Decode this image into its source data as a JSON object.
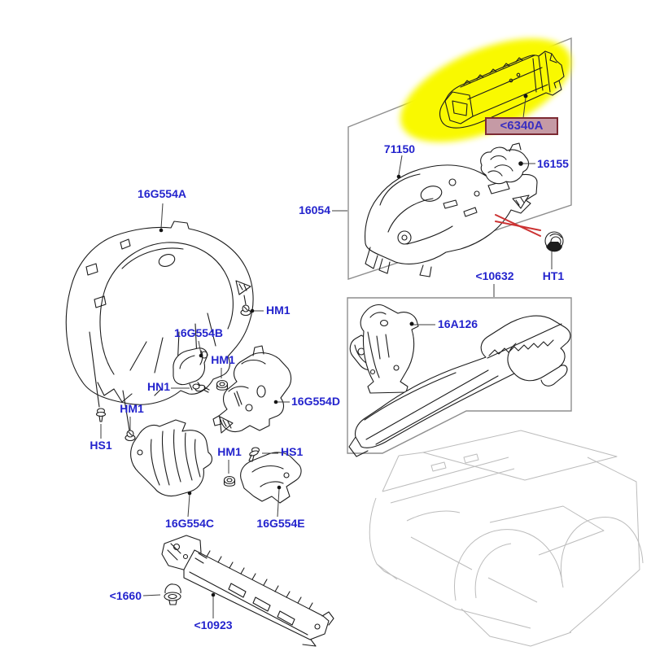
{
  "diagram": {
    "type": "vehicle-body-parts-exploded-diagram",
    "colors": {
      "background": "#ffffff",
      "label_blue": "#2323cd",
      "highlight_yellow": "#f9f900",
      "selected_label_bg": "#c59aa5",
      "selected_label_border": "#7c2a33",
      "line_art": "#1c1c1c",
      "group_box_gray": "#8e8e8e",
      "ghost_gray": "#bcbcbc",
      "marker_red": "#cc3333"
    },
    "parts": {
      "apron_panel": "<6340A",
      "assembly_upper": "16054",
      "wheelhouse": "71150",
      "bracket_small": "16155",
      "plug": "HT1",
      "rail_assembly": "<10632",
      "rail_bracket": "16A126",
      "arch_liner": "16G554A",
      "liner_b": "16G554B",
      "liner_c": "16G554C",
      "liner_d": "16G554D",
      "liner_e": "16G554E",
      "screw": "HM1",
      "nut": "HN1",
      "bolt": "HS1",
      "clip": "<1660",
      "crossmember": "<10923"
    }
  }
}
